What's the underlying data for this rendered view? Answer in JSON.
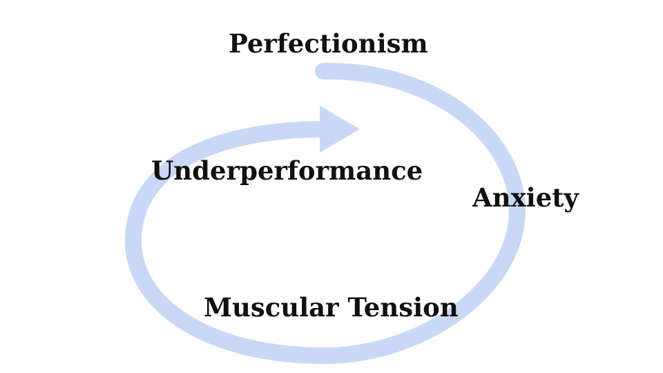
{
  "diagram": {
    "nodes": [
      {
        "id": "perfectionism",
        "label": "Perfectionism"
      },
      {
        "id": "anxiety",
        "label": "Anxiety"
      },
      {
        "id": "muscular_tension",
        "label": "Muscular Tension"
      },
      {
        "id": "underperformance",
        "label": "Underperformance"
      }
    ],
    "cycle_order": [
      "perfectionism",
      "anxiety",
      "muscular_tension",
      "underperformance"
    ],
    "arrow_direction": "clockwise",
    "arrow_color": "#c9d9f5"
  }
}
